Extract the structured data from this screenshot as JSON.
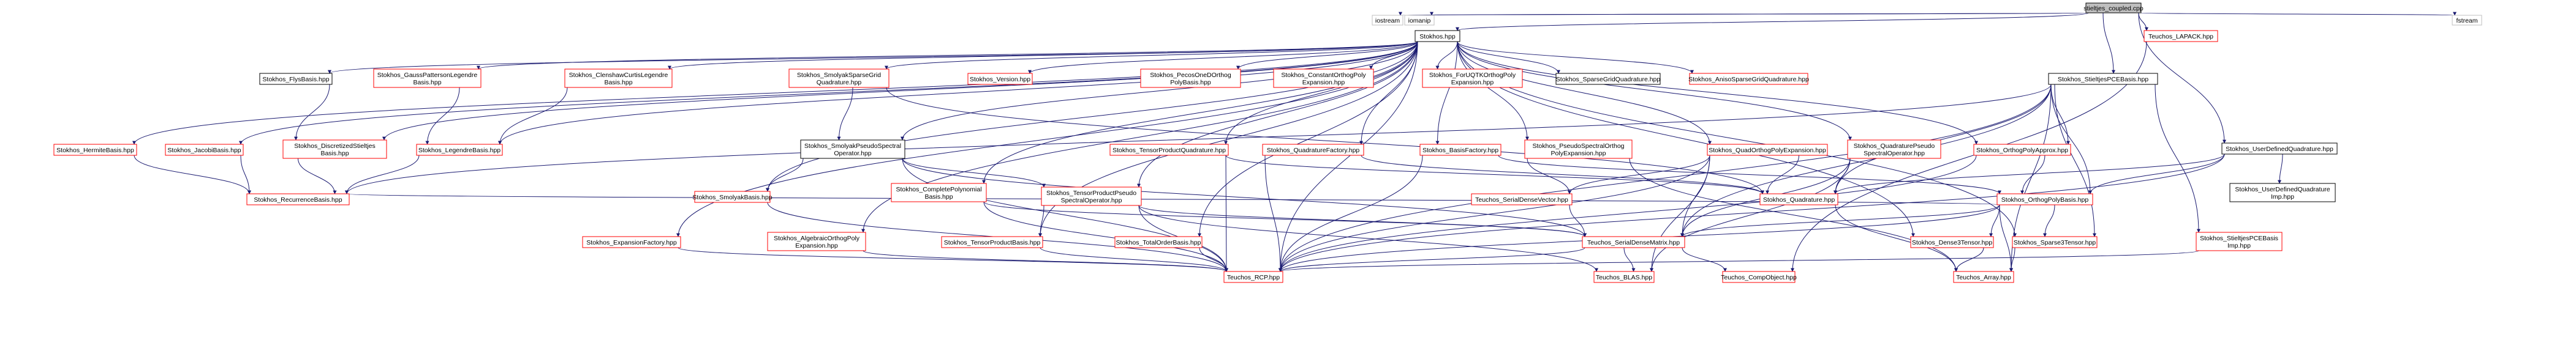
{
  "graph": {
    "nodes": {
      "root": {
        "lines": [
          "stieltjes_coupled.cpp"
        ],
        "style": "root"
      },
      "iostream": {
        "lines": [
          "iostream"
        ],
        "style": "plain"
      },
      "iomanip": {
        "lines": [
          "iomanip"
        ],
        "style": "plain"
      },
      "fstream": {
        "lines": [
          "fstream"
        ],
        "style": "plain"
      },
      "lapack": {
        "lines": [
          "Teuchos_LAPACK.hpp"
        ],
        "style": "red"
      },
      "stokhos": {
        "lines": [
          "Stokhos.hpp"
        ],
        "style": "black"
      },
      "stieltjes_pce_basis": {
        "lines": [
          "Stokhos_StieltjesPCEBasis.hpp"
        ],
        "style": "black"
      },
      "flys_basis": {
        "lines": [
          "Stokhos_FlysBasis.hpp"
        ],
        "style": "black"
      },
      "gauss_patterson": {
        "lines": [
          "Stokhos_GaussPattersonLegendre",
          "Basis.hpp"
        ],
        "style": "red"
      },
      "clenshaw_curtis": {
        "lines": [
          "Stokhos_ClenshawCurtisLegendre",
          "Basis.hpp"
        ],
        "style": "red"
      },
      "smolyak_sparse_grid": {
        "lines": [
          "Stokhos_SmolyakSparseGrid",
          "Quadrature.hpp"
        ],
        "style": "red"
      },
      "version": {
        "lines": [
          "Stokhos_Version.hpp"
        ],
        "style": "red"
      },
      "pecos_one_d": {
        "lines": [
          "Stokhos_PecosOneDOrthog",
          "PolyBasis.hpp"
        ],
        "style": "red"
      },
      "constant_orthog": {
        "lines": [
          "Stokhos_ConstantOrthogPoly",
          "Expansion.hpp"
        ],
        "style": "red"
      },
      "for_uq_tk": {
        "lines": [
          "Stokhos_ForUQTKOrthogPoly",
          "Expansion.hpp"
        ],
        "style": "red"
      },
      "sparse_grid_quad": {
        "lines": [
          "Stokhos_SparseGridQuadrature.hpp"
        ],
        "style": "black"
      },
      "aniso_sparse_grid": {
        "lines": [
          "Stokhos_AnisoSparseGridQuadrature.hpp"
        ],
        "style": "red"
      },
      "user_defined_quad": {
        "lines": [
          "Stokhos_UserDefinedQuadrature.hpp"
        ],
        "style": "black"
      },
      "hermite_basis": {
        "lines": [
          "Stokhos_HermiteBasis.hpp"
        ],
        "style": "red"
      },
      "jacobi_basis": {
        "lines": [
          "Stokhos_JacobiBasis.hpp"
        ],
        "style": "red"
      },
      "discretized_stieltjes": {
        "lines": [
          "Stokhos_DiscretizedStieltjes",
          "Basis.hpp"
        ],
        "style": "red"
      },
      "legendre_basis": {
        "lines": [
          "Stokhos_LegendreBasis.hpp"
        ],
        "style": "red"
      },
      "smolyak_pseudo": {
        "lines": [
          "Stokhos_SmolyakPseudoSpectral",
          "Operator.hpp"
        ],
        "style": "black"
      },
      "tensor_product_quad": {
        "lines": [
          "Stokhos_TensorProductQuadrature.hpp"
        ],
        "style": "red"
      },
      "quadrature_factory": {
        "lines": [
          "Stokhos_QuadratureFactory.hpp"
        ],
        "style": "red"
      },
      "basis_factory": {
        "lines": [
          "Stokhos_BasisFactory.hpp"
        ],
        "style": "red"
      },
      "pseudo_spectral_orthog": {
        "lines": [
          "Stokhos_PseudoSpectralOrthog",
          "PolyExpansion.hpp"
        ],
        "style": "red"
      },
      "quad_orthog_poly": {
        "lines": [
          "Stokhos_QuadOrthogPolyExpansion.hpp"
        ],
        "style": "red"
      },
      "quadrature_pseudo": {
        "lines": [
          "Stokhos_QuadraturePseudo",
          "SpectralOperator.hpp"
        ],
        "style": "red"
      },
      "orthog_poly_approx": {
        "lines": [
          "Stokhos_OrthogPolyApprox.hpp"
        ],
        "style": "red"
      },
      "recurrence_basis": {
        "lines": [
          "Stokhos_RecurrenceBasis.hpp"
        ],
        "style": "red"
      },
      "smolyak_basis": {
        "lines": [
          "Stokhos_SmolyakBasis.hpp"
        ],
        "style": "red"
      },
      "complete_polynomial": {
        "lines": [
          "Stokhos_CompletePolynomial",
          "Basis.hpp"
        ],
        "style": "red"
      },
      "tensor_product_pseudo": {
        "lines": [
          "Stokhos_TensorProductPseudo",
          "SpectralOperator.hpp"
        ],
        "style": "red"
      },
      "serial_dense_vector": {
        "lines": [
          "Teuchos_SerialDenseVector.hpp"
        ],
        "style": "red"
      },
      "quadrature": {
        "lines": [
          "Stokhos_Quadrature.hpp"
        ],
        "style": "red"
      },
      "user_defined_quad_imp": {
        "lines": [
          "Stokhos_UserDefinedQuadrature",
          "Imp.hpp"
        ],
        "style": "black"
      },
      "orthog_poly_basis": {
        "lines": [
          "Stokhos_OrthogPolyBasis.hpp"
        ],
        "style": "red"
      },
      "expansion_factory": {
        "lines": [
          "Stokhos_ExpansionFactory.hpp"
        ],
        "style": "red"
      },
      "algebraic_orthog": {
        "lines": [
          "Stokhos_AlgebraicOrthogPoly",
          "Expansion.hpp"
        ],
        "style": "red"
      },
      "tensor_product_basis": {
        "lines": [
          "Stokhos_TensorProductBasis.hpp"
        ],
        "style": "red"
      },
      "total_order_basis": {
        "lines": [
          "Stokhos_TotalOrderBasis.hpp"
        ],
        "style": "red"
      },
      "serial_dense_matrix": {
        "lines": [
          "Teuchos_SerialDenseMatrix.hpp"
        ],
        "style": "red"
      },
      "dense3_tensor": {
        "lines": [
          "Stokhos_Dense3Tensor.hpp"
        ],
        "style": "red"
      },
      "sparse3_tensor": {
        "lines": [
          "Stokhos_Sparse3Tensor.hpp"
        ],
        "style": "red"
      },
      "stieltjes_pce_basis_imp": {
        "lines": [
          "Stokhos_StieltjesPCEBasis",
          "Imp.hpp"
        ],
        "style": "red"
      },
      "rcp": {
        "lines": [
          "Teuchos_RCP.hpp"
        ],
        "style": "red"
      },
      "blas": {
        "lines": [
          "Teuchos_BLAS.hpp"
        ],
        "style": "red"
      },
      "comp_object": {
        "lines": [
          "Teuchos_CompObject.hpp"
        ],
        "style": "red"
      },
      "array": {
        "lines": [
          "Teuchos_Array.hpp"
        ],
        "style": "red"
      }
    },
    "edges": [
      [
        "root",
        "iostream"
      ],
      [
        "root",
        "iomanip"
      ],
      [
        "root",
        "stokhos"
      ],
      [
        "root",
        "lapack"
      ],
      [
        "root",
        "stieltjes_pce_basis"
      ],
      [
        "root",
        "user_defined_quad"
      ],
      [
        "root",
        "fstream"
      ],
      [
        "stokhos",
        "flys_basis"
      ],
      [
        "stokhos",
        "gauss_patterson"
      ],
      [
        "stokhos",
        "clenshaw_curtis"
      ],
      [
        "stokhos",
        "smolyak_sparse_grid"
      ],
      [
        "stokhos",
        "version"
      ],
      [
        "stokhos",
        "pecos_one_d"
      ],
      [
        "stokhos",
        "constant_orthog"
      ],
      [
        "stokhos",
        "for_uq_tk"
      ],
      [
        "stokhos",
        "sparse_grid_quad"
      ],
      [
        "stokhos",
        "aniso_sparse_grid"
      ],
      [
        "stokhos",
        "hermite_basis"
      ],
      [
        "stokhos",
        "jacobi_basis"
      ],
      [
        "stokhos",
        "discretized_stieltjes"
      ],
      [
        "stokhos",
        "legendre_basis"
      ],
      [
        "stokhos",
        "smolyak_pseudo"
      ],
      [
        "stokhos",
        "tensor_product_quad"
      ],
      [
        "stokhos",
        "quadrature_factory"
      ],
      [
        "stokhos",
        "basis_factory"
      ],
      [
        "stokhos",
        "pseudo_spectral_orthog"
      ],
      [
        "stokhos",
        "quad_orthog_poly"
      ],
      [
        "stokhos",
        "quadrature_pseudo"
      ],
      [
        "stokhos",
        "smolyak_basis"
      ],
      [
        "stokhos",
        "complete_polynomial"
      ],
      [
        "stokhos",
        "tensor_product_pseudo"
      ],
      [
        "stokhos",
        "expansion_factory"
      ],
      [
        "stokhos",
        "algebraic_orthog"
      ],
      [
        "stokhos",
        "tensor_product_basis"
      ],
      [
        "stokhos",
        "total_order_basis"
      ],
      [
        "stokhos",
        "dense3_tensor"
      ],
      [
        "stokhos",
        "sparse3_tensor"
      ],
      [
        "stokhos",
        "rcp"
      ],
      [
        "stokhos",
        "orthog_poly_approx"
      ],
      [
        "flys_basis",
        "discretized_stieltjes"
      ],
      [
        "gauss_patterson",
        "legendre_basis"
      ],
      [
        "clenshaw_curtis",
        "legendre_basis"
      ],
      [
        "hermite_basis",
        "recurrence_basis"
      ],
      [
        "jacobi_basis",
        "recurrence_basis"
      ],
      [
        "discretized_stieltjes",
        "recurrence_basis"
      ],
      [
        "legendre_basis",
        "recurrence_basis"
      ],
      [
        "smolyak_sparse_grid",
        "smolyak_pseudo"
      ],
      [
        "smolyak_sparse_grid",
        "quadrature"
      ],
      [
        "smolyak_pseudo",
        "smolyak_basis"
      ],
      [
        "smolyak_pseudo",
        "tensor_product_pseudo"
      ],
      [
        "smolyak_pseudo",
        "serial_dense_matrix"
      ],
      [
        "smolyak_pseudo",
        "rcp"
      ],
      [
        "tensor_product_quad",
        "quadrature"
      ],
      [
        "tensor_product_quad",
        "rcp"
      ],
      [
        "quadrature_factory",
        "quadrature"
      ],
      [
        "quadrature_factory",
        "rcp"
      ],
      [
        "basis_factory",
        "orthog_poly_basis"
      ],
      [
        "basis_factory",
        "rcp"
      ],
      [
        "pseudo_spectral_orthog",
        "serial_dense_vector"
      ],
      [
        "pseudo_spectral_orthog",
        "array"
      ],
      [
        "quad_orthog_poly",
        "serial_dense_vector"
      ],
      [
        "quad_orthog_poly",
        "quadrature"
      ],
      [
        "quad_orthog_poly",
        "serial_dense_matrix"
      ],
      [
        "quad_orthog_poly",
        "blas"
      ],
      [
        "quad_orthog_poly",
        "rcp"
      ],
      [
        "quadrature_pseudo",
        "quadrature"
      ],
      [
        "quadrature_pseudo",
        "serial_dense_matrix"
      ],
      [
        "quadrature_pseudo",
        "blas"
      ],
      [
        "orthog_poly_approx",
        "orthog_poly_basis"
      ],
      [
        "orthog_poly_approx",
        "rcp"
      ],
      [
        "smolyak_basis",
        "rcp"
      ],
      [
        "complete_polynomial",
        "serial_dense_matrix"
      ],
      [
        "complete_polynomial",
        "rcp"
      ],
      [
        "tensor_product_pseudo",
        "tensor_product_basis"
      ],
      [
        "tensor_product_pseudo",
        "serial_dense_matrix"
      ],
      [
        "tensor_product_pseudo",
        "blas"
      ],
      [
        "tensor_product_pseudo",
        "rcp"
      ],
      [
        "serial_dense_vector",
        "serial_dense_matrix"
      ],
      [
        "quadrature",
        "array"
      ],
      [
        "orthog_poly_basis",
        "serial_dense_matrix"
      ],
      [
        "orthog_poly_basis",
        "dense3_tensor"
      ],
      [
        "orthog_poly_basis",
        "sparse3_tensor"
      ],
      [
        "orthog_poly_basis",
        "array"
      ],
      [
        "orthog_poly_basis",
        "rcp"
      ],
      [
        "expansion_factory",
        "rcp"
      ],
      [
        "algebraic_orthog",
        "rcp"
      ],
      [
        "tensor_product_basis",
        "rcp"
      ],
      [
        "total_order_basis",
        "rcp"
      ],
      [
        "recurrence_basis",
        "orthog_poly_basis"
      ],
      [
        "serial_dense_matrix",
        "blas"
      ],
      [
        "serial_dense_matrix",
        "comp_object"
      ],
      [
        "serial_dense_matrix",
        "rcp"
      ],
      [
        "dense3_tensor",
        "array"
      ],
      [
        "sparse3_tensor",
        "array"
      ],
      [
        "stieltjes_pce_basis",
        "orthog_poly_approx"
      ],
      [
        "stieltjes_pce_basis",
        "recurrence_basis"
      ],
      [
        "stieltjes_pce_basis",
        "quadrature"
      ],
      [
        "stieltjes_pce_basis",
        "serial_dense_matrix"
      ],
      [
        "stieltjes_pce_basis",
        "stieltjes_pce_basis_imp"
      ],
      [
        "stieltjes_pce_basis",
        "sparse3_tensor"
      ],
      [
        "stieltjes_pce_basis",
        "array"
      ],
      [
        "stieltjes_pce_basis",
        "rcp"
      ],
      [
        "stieltjes_pce_basis",
        "orthog_poly_basis"
      ],
      [
        "user_defined_quad",
        "quadrature"
      ],
      [
        "user_defined_quad",
        "user_defined_quad_imp"
      ],
      [
        "user_defined_quad",
        "orthog_poly_basis"
      ],
      [
        "user_defined_quad",
        "rcp"
      ],
      [
        "stieltjes_pce_basis_imp",
        "rcp"
      ],
      [
        "lapack",
        "comp_object"
      ]
    ]
  },
  "colors": {
    "edge": "#191970",
    "root_fill": "#bfbfbf",
    "red_border": "#ff0000",
    "black_border": "#000000",
    "plain_border": "#bfbfbf"
  }
}
